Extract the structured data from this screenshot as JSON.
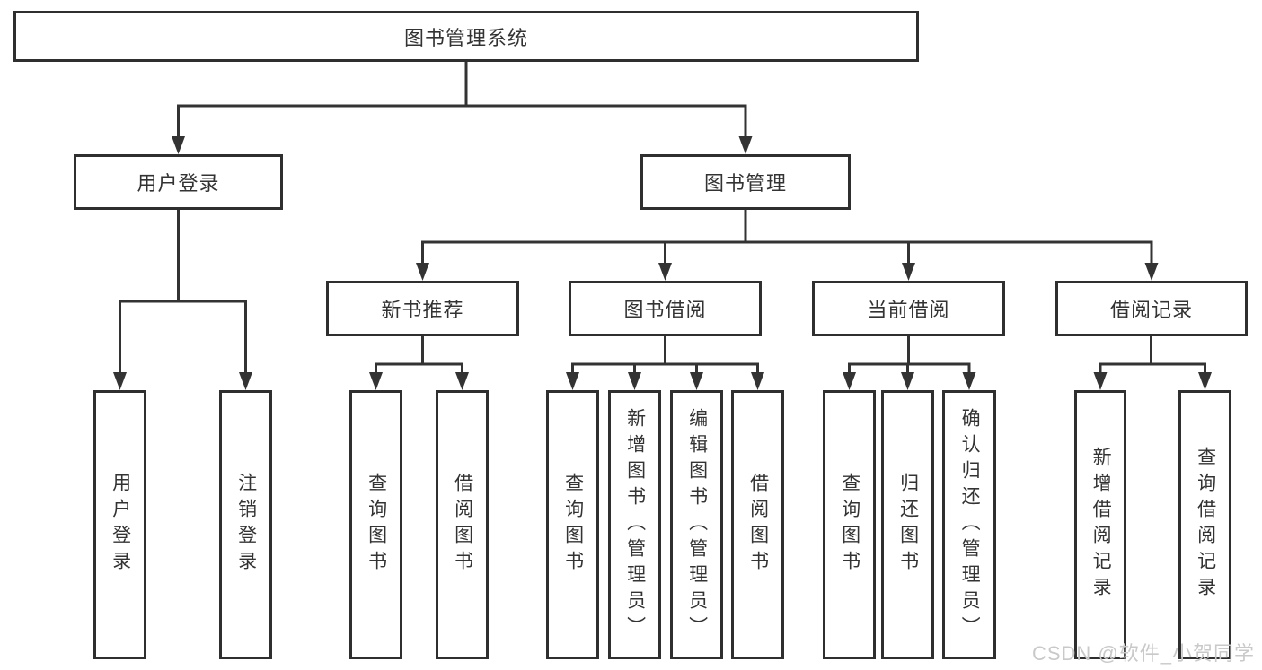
{
  "nodes": {
    "root": "图书管理系统",
    "user_login": "用户登录",
    "book_mgmt": "图书管理",
    "l3": [
      "新书推荐",
      "图书借阅",
      "当前借阅",
      "借阅记录"
    ],
    "user_children": [
      "用户登录",
      "注销登录"
    ],
    "recommend_children": [
      "查询图书",
      "借阅图书"
    ],
    "borrow_children": [
      "查询图书",
      "新增图书（管理员）",
      "编辑图书（管理员）",
      "借阅图书"
    ],
    "current_children": [
      "查询图书",
      "归还图书",
      "确认归还（管理员）"
    ],
    "record_children": [
      "新增借阅记录",
      "查询借阅记录"
    ]
  },
  "watermark": "CSDN @软件_小贺同学",
  "colors": {
    "line": "#333333",
    "box_border": "#2f2f2f",
    "text": "#333333",
    "watermark": "#c9c9c9",
    "background": "#ffffff"
  }
}
